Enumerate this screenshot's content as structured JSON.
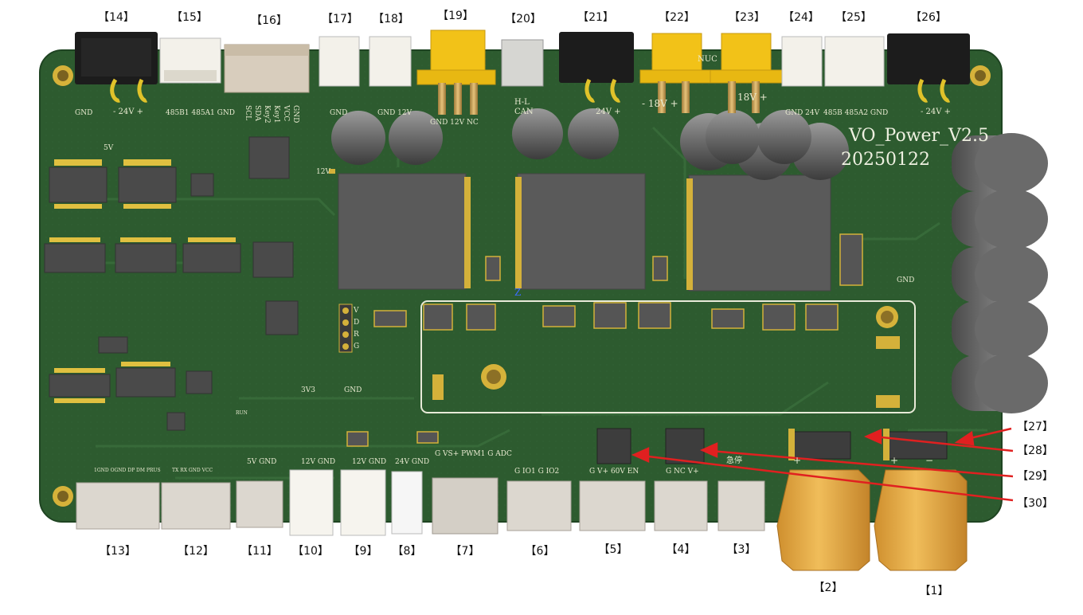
{
  "board": {
    "title": "VO_Power_V2.5",
    "date": "20250122",
    "colors": {
      "pcb": "#2c5a2e",
      "pad": "#d4b13a",
      "chip": "#3a3a3a",
      "xt30": "#f2c218",
      "xt60": "#e5ad47",
      "arrow": "#e02020"
    }
  },
  "callouts_top": [
    "【14】",
    "【15】",
    "【16】",
    "【17】",
    "【18】",
    "【19】",
    "【20】",
    "【21】",
    "【22】",
    "【23】",
    "【24】",
    "【25】",
    "【26】"
  ],
  "callouts_bottom": [
    "【13】",
    "【12】",
    "【11】",
    "【10】",
    "【9】",
    "【8】",
    "【7】",
    "【6】",
    "【5】",
    "【4】",
    "【3】",
    "【2】",
    "【1】"
  ],
  "callouts_right": [
    "【27】",
    "【28】",
    "【29】",
    "【30】"
  ],
  "silk_top": {
    "c14": "-  24V  +",
    "c15": "485B1 485A1 GND",
    "c16": [
      "SCL",
      "SDA",
      "Key2",
      "Key1",
      "VCC",
      "GND"
    ],
    "c17": "GND",
    "c18": "GND  12V",
    "c19": "GND   12V   NC",
    "c20_a": "H-L",
    "c20_b": "CAN",
    "c21": "24V  +",
    "c22": "-    18V    +",
    "c23": "18V    +",
    "c22_nuc": "NUC",
    "c24": "GND  24V",
    "c25": "485B 485A2 GND",
    "c26": "-  24V  +",
    "gnd_left": "GND",
    "label_5v": "5V",
    "label_12v": "12V"
  },
  "silk_mid": {
    "v_header": [
      "V",
      "D",
      "R",
      "G"
    ],
    "label_3v3": "3V3",
    "label_gnd": "GND",
    "label_gnd_right": "GND",
    "label_z": "Z",
    "label_run": "RUN"
  },
  "silk_bottom": {
    "c13": "1GND OGND  DP  DM  PRUS",
    "c12": "TX RX GND VCC",
    "c11": "5V GND",
    "c10": "12V  GND",
    "c9": "12V  GND",
    "c8": "24V  GND",
    "c7": "G VS+  PWM1   G  ADC",
    "c6": "G  IO1  G  IO2",
    "c5": "G  V+  60V  EN",
    "c4": "G  NC  V+",
    "c3": "急停",
    "c2_plus": "+",
    "c1_plus": "+",
    "c1_minus": "−"
  }
}
